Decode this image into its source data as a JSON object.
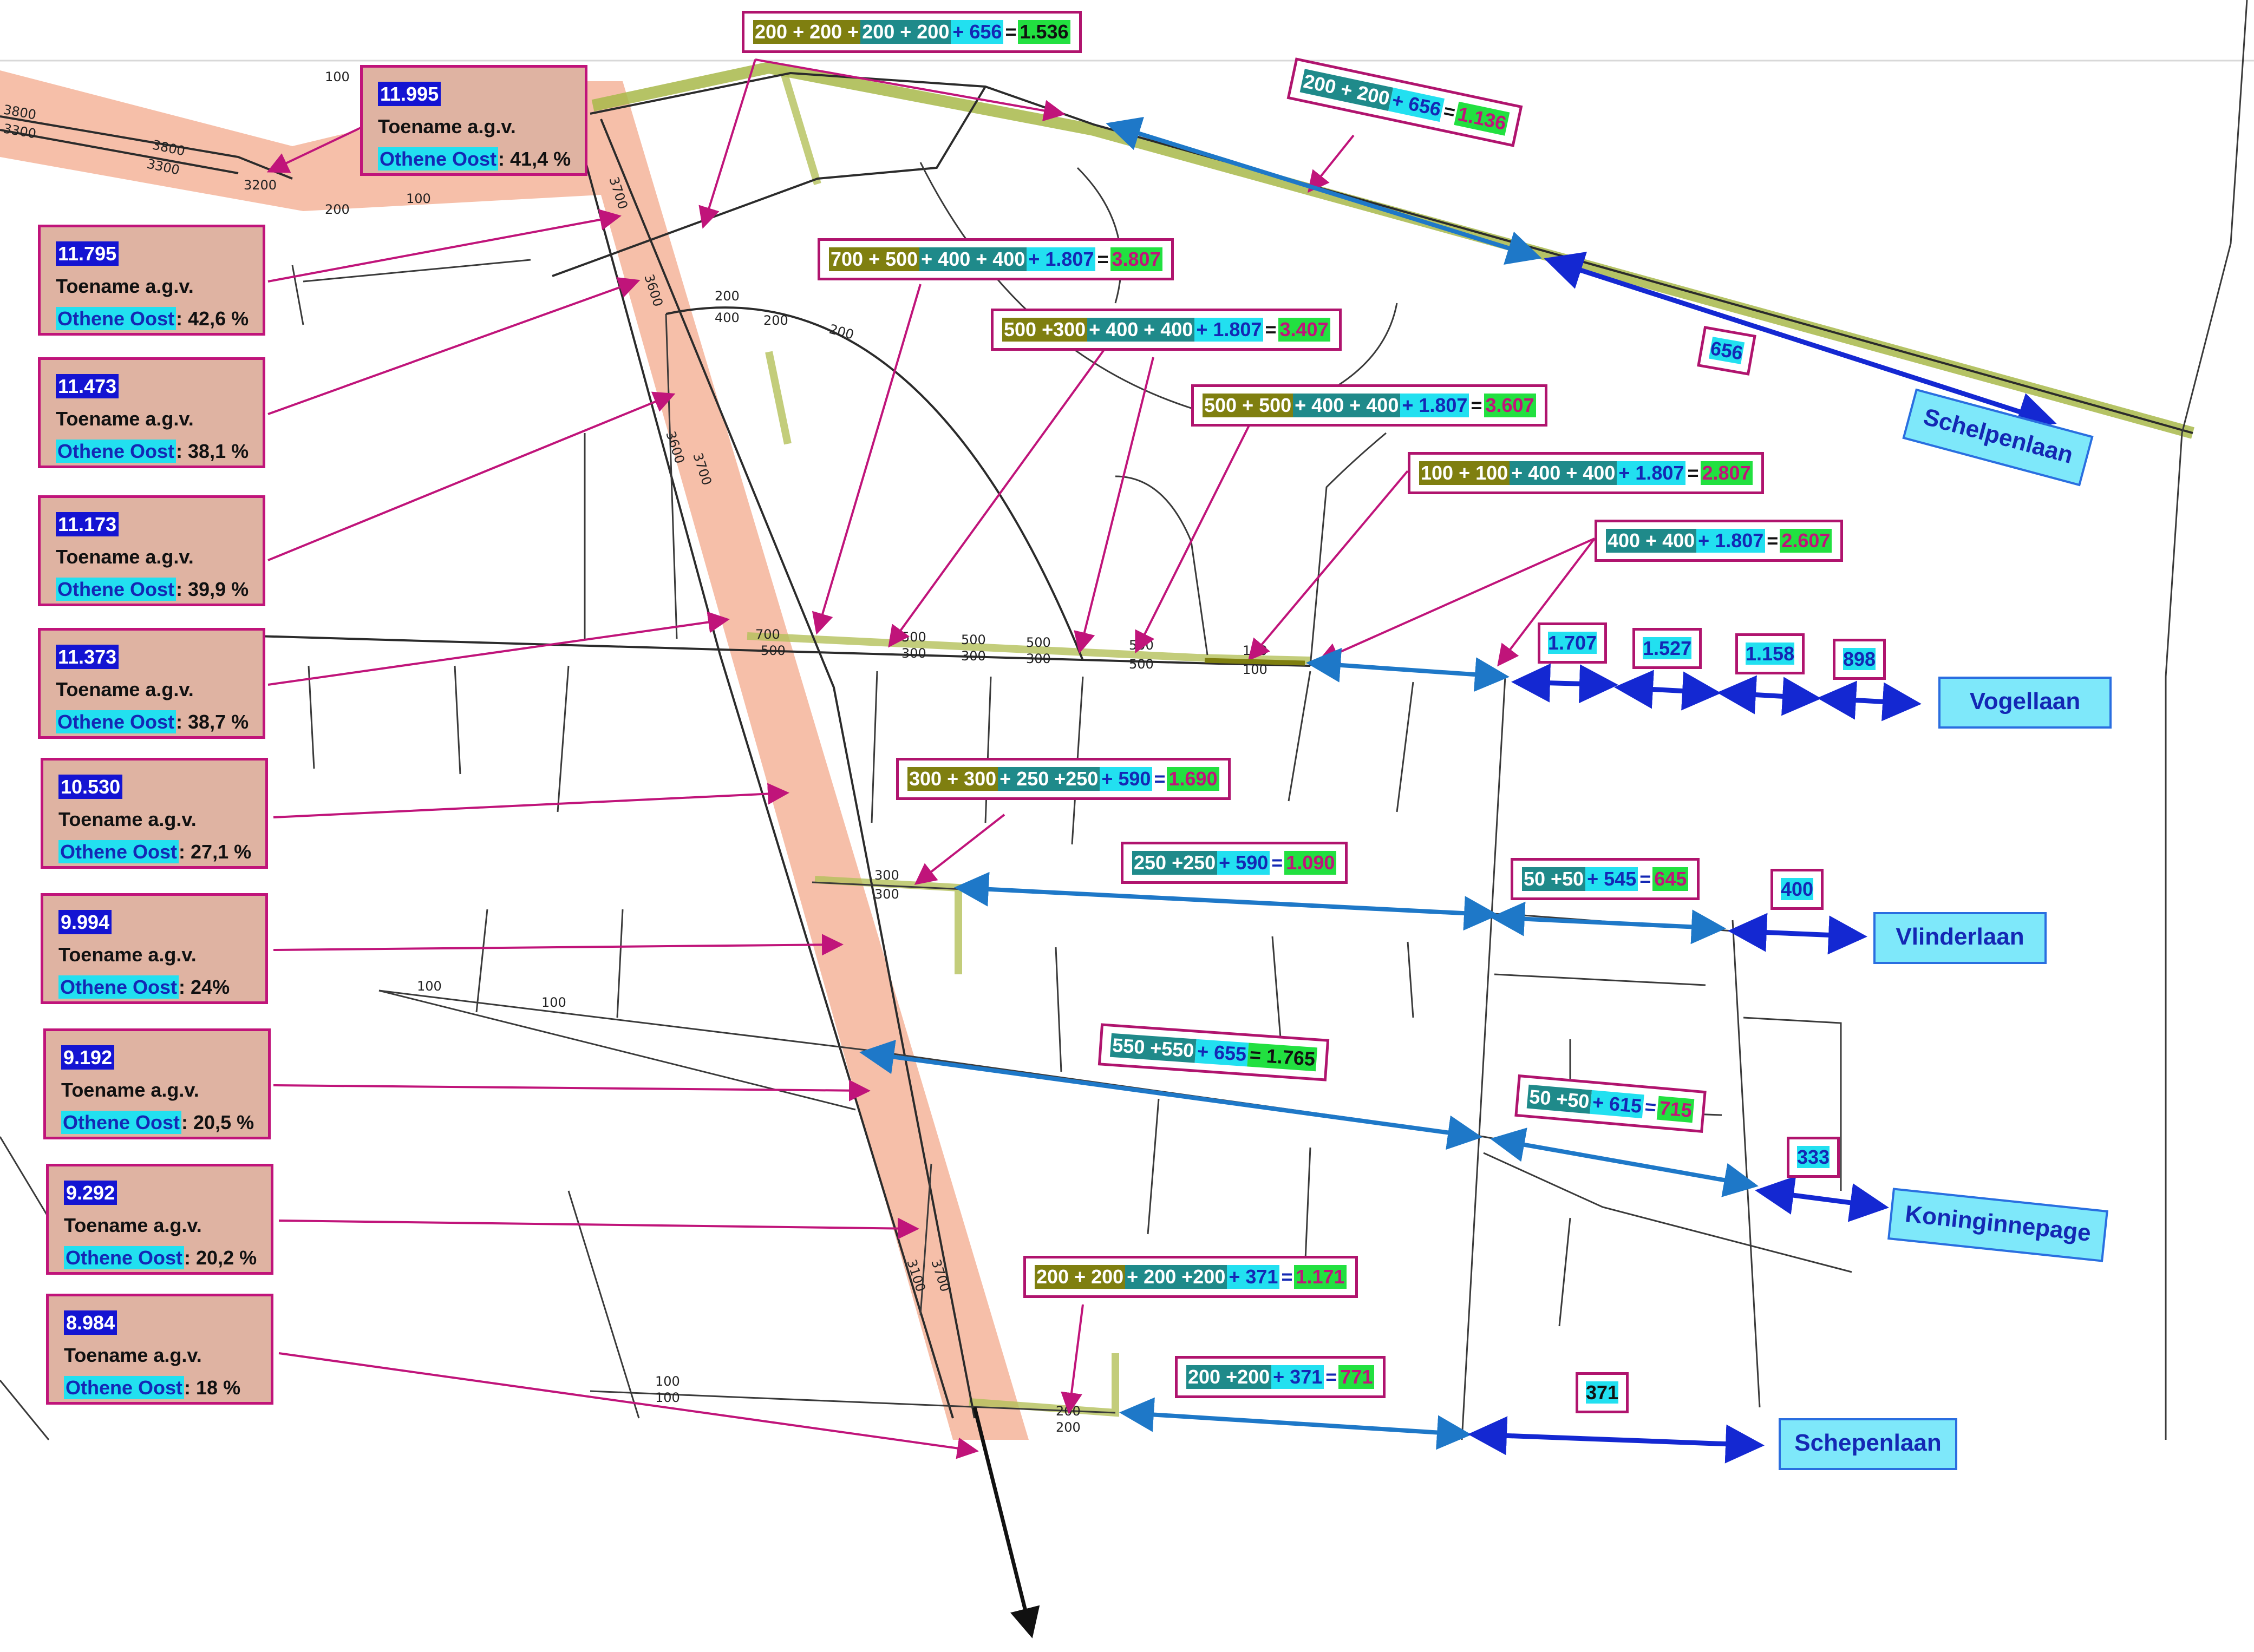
{
  "map": {
    "road_labels": [
      {
        "text": "3800"
      },
      {
        "text": "3300"
      },
      {
        "text": "3800"
      },
      {
        "text": "3300"
      },
      {
        "text": "100"
      },
      {
        "text": "100"
      },
      {
        "text": "200"
      },
      {
        "text": "3200"
      },
      {
        "text": "3700"
      },
      {
        "text": "3600"
      },
      {
        "text": "3700"
      },
      {
        "text": "3600"
      },
      {
        "text": "200"
      },
      {
        "text": "400"
      },
      {
        "text": "200"
      },
      {
        "text": "200"
      },
      {
        "text": "700"
      },
      {
        "text": "500"
      },
      {
        "text": "500"
      },
      {
        "text": "300"
      },
      {
        "text": "500"
      },
      {
        "text": "300"
      },
      {
        "text": "500"
      },
      {
        "text": "300"
      },
      {
        "text": "500"
      },
      {
        "text": "500"
      },
      {
        "text": "100"
      },
      {
        "text": "100"
      },
      {
        "text": "300"
      },
      {
        "text": "300"
      },
      {
        "text": "100"
      },
      {
        "text": "100"
      },
      {
        "text": "200"
      },
      {
        "text": "200"
      },
      {
        "text": "3700"
      },
      {
        "text": "3100"
      },
      {
        "text": "100"
      },
      {
        "text": "100"
      }
    ]
  },
  "info_boxes": [
    {
      "number": "11.995",
      "label": "Toename a.g.v.",
      "area": "Othene Oost",
      "pct": ": 41,4 %"
    },
    {
      "number": "11.795",
      "label": "Toename a.g.v.",
      "area": "Othene Oost",
      "pct": ": 42,6 %"
    },
    {
      "number": "11.473",
      "label": "Toename a.g.v.",
      "area": "Othene Oost",
      "pct": ": 38,1 %"
    },
    {
      "number": "11.173",
      "label": "Toename a.g.v.",
      "area": "Othene Oost",
      "pct": ": 39,9 %"
    },
    {
      "number": "11.373",
      "label": "Toename a.g.v.",
      "area": "Othene Oost",
      "pct": ": 38,7 %"
    },
    {
      "number": "10.530",
      "label": "Toename a.g.v.",
      "area": "Othene Oost",
      "pct": ": 27,1 %"
    },
    {
      "number": "9.994",
      "label": "Toename a.g.v.",
      "area": "Othene Oost",
      "pct": ": 24%"
    },
    {
      "number": "9.192",
      "label": "Toename a.g.v.",
      "area": "Othene Oost",
      "pct": ": 20,5 %"
    },
    {
      "number": "9.292",
      "label": "Toename a.g.v.",
      "area": "Othene Oost",
      "pct": ": 20,2 %"
    },
    {
      "number": "8.984",
      "label": "Toename a.g.v.",
      "area": "Othene Oost",
      "pct": ": 18 %"
    }
  ],
  "formulas": [
    {
      "parts": [
        [
          "200 + 200 + ",
          "ol"
        ],
        [
          "200 + 200",
          "tl"
        ],
        [
          "+ 656",
          "cy"
        ],
        [
          " = ",
          "eq"
        ],
        [
          "1.536",
          "gr"
        ]
      ]
    },
    {
      "parts": [
        [
          "200 + 200",
          "tl"
        ],
        [
          "+ 656",
          "cy"
        ],
        [
          " = ",
          "eq"
        ],
        [
          "1.136",
          "grr"
        ]
      ]
    },
    {
      "parts": [
        [
          "700 + 500",
          "ol"
        ],
        [
          "+ 400 + 400",
          "tl"
        ],
        [
          "+ 1.807",
          "cy"
        ],
        [
          " = ",
          "eq"
        ],
        [
          "3.807",
          "grr"
        ]
      ]
    },
    {
      "parts": [
        [
          "500 +300",
          "ol"
        ],
        [
          "+ 400 + 400",
          "tl"
        ],
        [
          "+ 1.807",
          "cy"
        ],
        [
          " = ",
          "eq"
        ],
        [
          "3.407",
          "grr"
        ]
      ]
    },
    {
      "parts": [
        [
          "500 + 500",
          "ol"
        ],
        [
          "+ 400 + 400",
          "tl"
        ],
        [
          "+ 1.807",
          "cy"
        ],
        [
          " = ",
          "eq"
        ],
        [
          "3.607",
          "grr"
        ]
      ]
    },
    {
      "parts": [
        [
          "100 + 100",
          "ol"
        ],
        [
          "+ 400 + 400",
          "tl"
        ],
        [
          "+ 1.807",
          "cy"
        ],
        [
          " = ",
          "eq"
        ],
        [
          "2.807",
          "grr"
        ]
      ]
    },
    {
      "parts": [
        [
          "400 + 400",
          "tl"
        ],
        [
          "+ 1.807",
          "cy"
        ],
        [
          " = ",
          "eq"
        ],
        [
          "2.607",
          "grr"
        ]
      ]
    },
    {
      "parts": [
        [
          "300 + 300",
          "ol"
        ],
        [
          "+ 250 +250",
          "tl"
        ],
        [
          "+ 590",
          "cy"
        ],
        [
          " = ",
          "pl"
        ],
        [
          "1.690",
          "grr"
        ]
      ]
    },
    {
      "parts": [
        [
          "250 +250",
          "tl"
        ],
        [
          "+ 590",
          "cy"
        ],
        [
          " = ",
          "pl"
        ],
        [
          "1.090",
          "grr"
        ]
      ]
    },
    {
      "parts": [
        [
          "50 +50",
          "tl"
        ],
        [
          "+ 545",
          "cy"
        ],
        [
          " = ",
          "pl"
        ],
        [
          "645",
          "grr"
        ]
      ]
    },
    {
      "parts": [
        [
          "550 +550",
          "tl"
        ],
        [
          "+ 655",
          "cy"
        ],
        [
          "= 1.765",
          "gr"
        ]
      ]
    },
    {
      "parts": [
        [
          "50 +50",
          "tl"
        ],
        [
          "+ 615",
          "cy"
        ],
        [
          " = ",
          "pl"
        ],
        [
          "715",
          "grr"
        ]
      ]
    },
    {
      "parts": [
        [
          "200 + 200",
          "ol"
        ],
        [
          "+ 200 +200",
          "tl"
        ],
        [
          "+ 371",
          "cy"
        ],
        [
          " = ",
          "pl"
        ],
        [
          "1.171",
          "grr"
        ]
      ]
    },
    {
      "parts": [
        [
          "200 +200",
          "tl"
        ],
        [
          "+ 371",
          "cy"
        ],
        [
          " = ",
          "pl"
        ],
        [
          "771",
          "grr"
        ]
      ]
    }
  ],
  "segment_values": [
    "656",
    "1.707",
    "1.527",
    "1.158",
    "898",
    "400",
    "333",
    "371"
  ],
  "streets": [
    "Schelpenlaan",
    "Vogellaan",
    "Vlinderlaan",
    "Koninginnepage",
    "Schepenlaan"
  ],
  "colors": {
    "main_road_band": "#f4b49a",
    "highlight_road": "#a8b84a",
    "callout_arrow": "#c0147a",
    "segment_arrow": "#1e78c8",
    "street_arrow": "#1428d2",
    "info_box_bg": "#dfb3a2",
    "street_box_bg": "#7ee8fa"
  }
}
